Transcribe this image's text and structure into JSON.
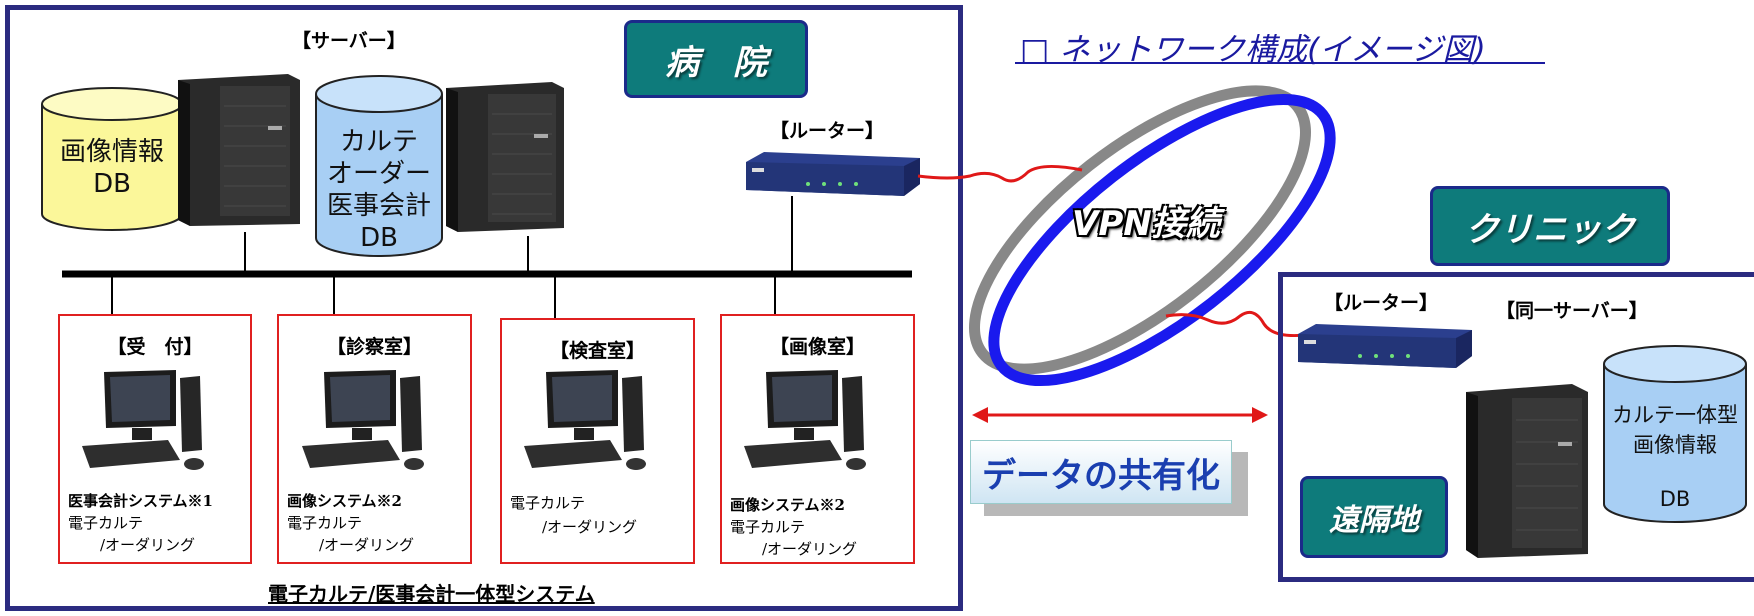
{
  "title": "□ ネットワーク構成(イメージ図)",
  "hospital": {
    "banner": "病　院",
    "server_label": "【サーバー】",
    "router_label": "【ルーター】",
    "db_image": [
      "画像情報",
      "DB"
    ],
    "db_karte": [
      "カルテ",
      "オーダー",
      "医事会計",
      "DB"
    ],
    "system_caption": "電子カルテ/医事会計一体型システム",
    "rooms": [
      {
        "name": "【受　付】",
        "lines": [
          "医事会計システム※1",
          "電子カルテ",
          "/オーダリング"
        ]
      },
      {
        "name": "【診察室】",
        "lines": [
          "画像システム※2",
          "電子カルテ",
          "/オーダリング"
        ]
      },
      {
        "name": "【検査室】",
        "lines": [
          "電子カルテ",
          "/オーダリング"
        ]
      },
      {
        "name": "【画像室】",
        "lines": [
          "画像システム※2",
          "電子カルテ",
          "/オーダリング"
        ]
      }
    ]
  },
  "vpn_label": "VPN接続",
  "data_sharing": "データの共有化",
  "clinic": {
    "banner": "クリニック",
    "router_label": "【ルーター】",
    "server_label": "【同一サーバー】",
    "remote_banner": "遠隔地",
    "db": [
      "カルテ一体型",
      "画像情報",
      "DB"
    ]
  },
  "colors": {
    "frame": "#2b2b80",
    "banner_bg": "#0e7b7b",
    "room_border": "#e02020",
    "vpn_blue": "#1a1aee",
    "vpn_gray": "#888888"
  },
  "icons": [
    "server-tower-icon",
    "router-icon",
    "desktop-pc-icon",
    "database-cylinder-icon"
  ]
}
